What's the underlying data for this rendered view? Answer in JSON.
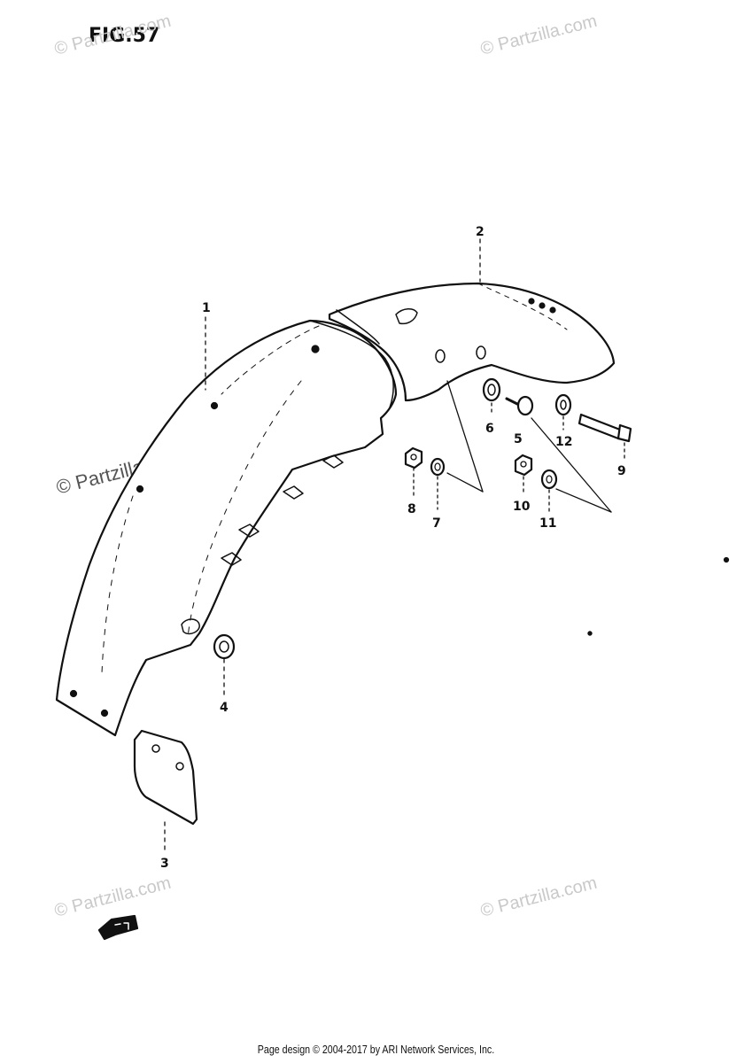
{
  "figure": {
    "title": "FIG.57"
  },
  "watermarks": [
    "© Partzilla.com",
    "© Partzilla.com",
    "© Partzilla.com",
    "© Partzilla.com",
    "© Partzilla.com"
  ],
  "callouts": {
    "c1": "1",
    "c2": "2",
    "c3": "3",
    "c4": "4",
    "c5": "5",
    "c6": "6",
    "c7": "7",
    "c8": "8",
    "c9": "9",
    "c10": "10",
    "c11": "11",
    "c12": "12"
  },
  "footer": {
    "text": "Page design © 2004-2017 by ARI Network Services, Inc."
  },
  "icons": [
    "front-arrow-icon"
  ]
}
